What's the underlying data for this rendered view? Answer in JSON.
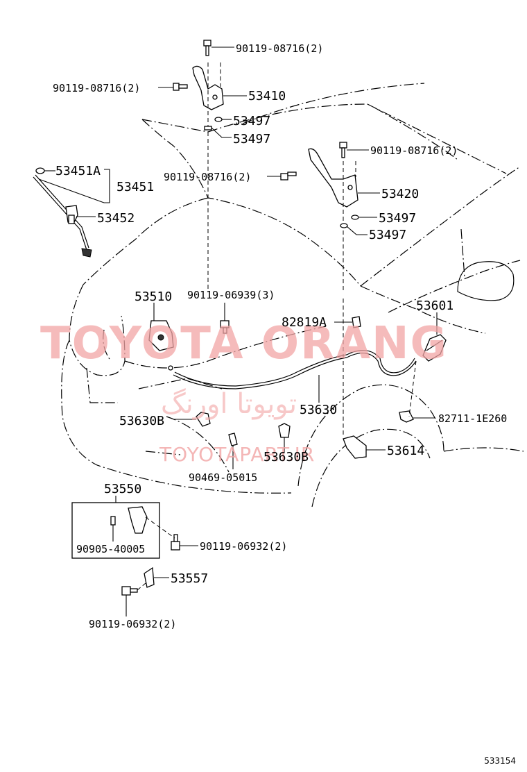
{
  "watermark": {
    "brand": "TOYOTA ORANG",
    "site": "TOYOTAPART.IR",
    "persian": "تويوتا اورنگ"
  },
  "labels": {
    "p90119_08716_top": "90119-08716(2)",
    "p90119_08716_left": "90119-08716(2)",
    "p53410": "53410",
    "p53497_a": "53497",
    "p53497_b": "53497",
    "p53451A": "53451A",
    "p53451": "53451",
    "p53452": "53452",
    "p90119_08716_right": "90119-08716(2)",
    "p90119_08716_mid": "90119-08716(2)",
    "p53420": "53420",
    "p53497_c": "53497",
    "p53497_d": "53497",
    "p53510": "53510",
    "p90119_06939": "90119-06939(3)",
    "p82819A": "82819A",
    "p53601": "53601",
    "p53630": "53630",
    "p53630B_left": "53630B",
    "p53630B_mid": "53630B",
    "p82711_1E260": "82711-1E260",
    "p53614": "53614",
    "p90469_05015": "90469-05015",
    "p53550": "53550",
    "p90905_40005": "90905-40005",
    "p90119_06932_right": "90119-06932(2)",
    "p53557": "53557",
    "p90119_06932_bottom": "90119-06932(2)"
  },
  "reference_number": "533154"
}
